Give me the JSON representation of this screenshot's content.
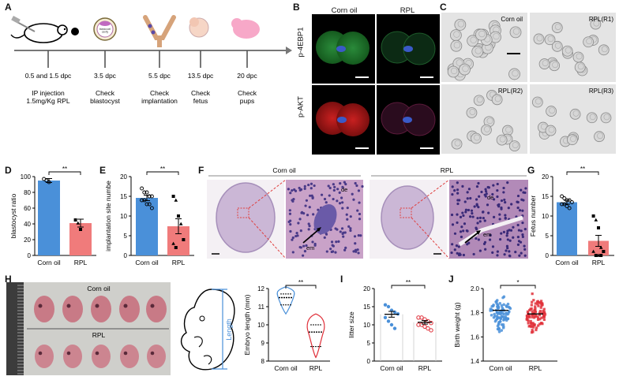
{
  "panel_letters": [
    "A",
    "B",
    "C",
    "D",
    "E",
    "F",
    "G",
    "H",
    "I",
    "J"
  ],
  "timeline": {
    "steps": [
      {
        "time": "0.5 and 1.5 dpc",
        "action": "IP injection\n1.5mg/Kg RPL"
      },
      {
        "time": "3.5 dpc",
        "action": "Check\nblastocyst"
      },
      {
        "time": "5.5 dpc",
        "action": "Check\nimplantation"
      },
      {
        "time": "13.5 dpc",
        "action": "Check\nfetus"
      },
      {
        "time": "20 dpc",
        "action": "Check\npups"
      }
    ],
    "blastocyst_icon_text": "blastocoel\ncavity"
  },
  "panel_b": {
    "columns": [
      "Corn oil",
      "RPL"
    ],
    "rows": [
      "p-4EBP1",
      "p-AKT"
    ]
  },
  "panel_c": {
    "labels": [
      "Corn oil",
      "RPL(R1)",
      "RPL(R2)",
      "RPL(R3)"
    ]
  },
  "panel_f": {
    "groups": [
      "Corn oil",
      "RPL"
    ],
    "annotations": [
      "de",
      "em"
    ]
  },
  "panel_h": {
    "photo_labels": [
      "Corn oil",
      "RPL"
    ],
    "diagram_label": "Length"
  },
  "colors": {
    "blue": "#4a90d9",
    "red": "#f07b7b",
    "violin_blue": "#4a90d9",
    "violin_red": "#e0303a"
  },
  "chart_data": [
    {
      "id": "D",
      "type": "bar",
      "categories": [
        "Corn oil",
        "RPL"
      ],
      "values": [
        95,
        41
      ],
      "errors": [
        2.5,
        5
      ],
      "points": [
        [
          97,
          95,
          93
        ],
        [
          45,
          41,
          33
        ]
      ],
      "ylabel": "blastocyst ratio",
      "ylim": [
        0,
        100
      ],
      "yticks": [
        0,
        20,
        40,
        60,
        80,
        100
      ],
      "significance": "**"
    },
    {
      "id": "E",
      "type": "bar",
      "categories": [
        "Corn oil",
        "RPL"
      ],
      "values": [
        14.6,
        7.4
      ],
      "errors": [
        0.7,
        1.9
      ],
      "points": [
        [
          17,
          16,
          16,
          15,
          15,
          14,
          14,
          13,
          13,
          12
        ],
        [
          15,
          14,
          10,
          8,
          4,
          3,
          2
        ]
      ],
      "ylabel": "implantation site numbe",
      "ylim": [
        0,
        20
      ],
      "yticks": [
        0,
        5,
        10,
        15,
        20
      ],
      "significance": "**"
    },
    {
      "id": "G",
      "type": "bar",
      "categories": [
        "Corn oil",
        "RPL"
      ],
      "values": [
        13.5,
        3.7
      ],
      "errors": [
        0.5,
        1.4
      ],
      "points": [
        [
          15,
          14.5,
          14,
          14,
          13.5,
          13,
          13,
          12.5,
          12
        ],
        [
          10,
          9,
          7,
          2,
          1,
          1,
          0,
          0,
          0
        ]
      ],
      "ylabel": "Fetus number",
      "ylim": [
        0,
        20
      ],
      "yticks": [
        0,
        5,
        10,
        15,
        20
      ],
      "significance": "**"
    },
    {
      "id": "H",
      "type": "violin",
      "categories": [
        "Corn oil",
        "RPL"
      ],
      "medians": [
        11.5,
        9.6
      ],
      "quartiles": [
        [
          11.1,
          11.7
        ],
        [
          8.8,
          10.0
        ]
      ],
      "ranges": [
        [
          10.6,
          12.1
        ],
        [
          8.2,
          10.6
        ]
      ],
      "ylabel": "Embryo length (mm)",
      "ylim": [
        8,
        12
      ],
      "yticks": [
        8,
        9,
        10,
        11,
        12
      ],
      "significance": "**"
    },
    {
      "id": "I",
      "type": "scatter",
      "categories": [
        "Corn oil",
        "RPL"
      ],
      "means": [
        12.9,
        10.7
      ],
      "errors": [
        0.8,
        0.5
      ],
      "points": [
        [
          15.5,
          15,
          14,
          13.5,
          13,
          12,
          11,
          10,
          9
        ],
        [
          12,
          12,
          11.5,
          11,
          10.5,
          10,
          10,
          9.5,
          9,
          8.5
        ]
      ],
      "ylabel": "litter size",
      "ylim": [
        0,
        20
      ],
      "yticks": [
        0,
        5,
        10,
        15,
        20
      ],
      "significance": "**"
    },
    {
      "id": "J",
      "type": "scatter",
      "categories": [
        "Corn oil",
        "RPL"
      ],
      "means": [
        1.82,
        1.79
      ],
      "errors": [
        0.01,
        0.01
      ],
      "spread": [
        [
          1.62,
          1.98
        ],
        [
          1.58,
          2.0
        ]
      ],
      "ylabel": "Birth weight (g)",
      "ylim": [
        1.4,
        2.0
      ],
      "yticks": [
        1.4,
        1.6,
        1.8,
        2.0
      ],
      "significance": "*"
    }
  ]
}
